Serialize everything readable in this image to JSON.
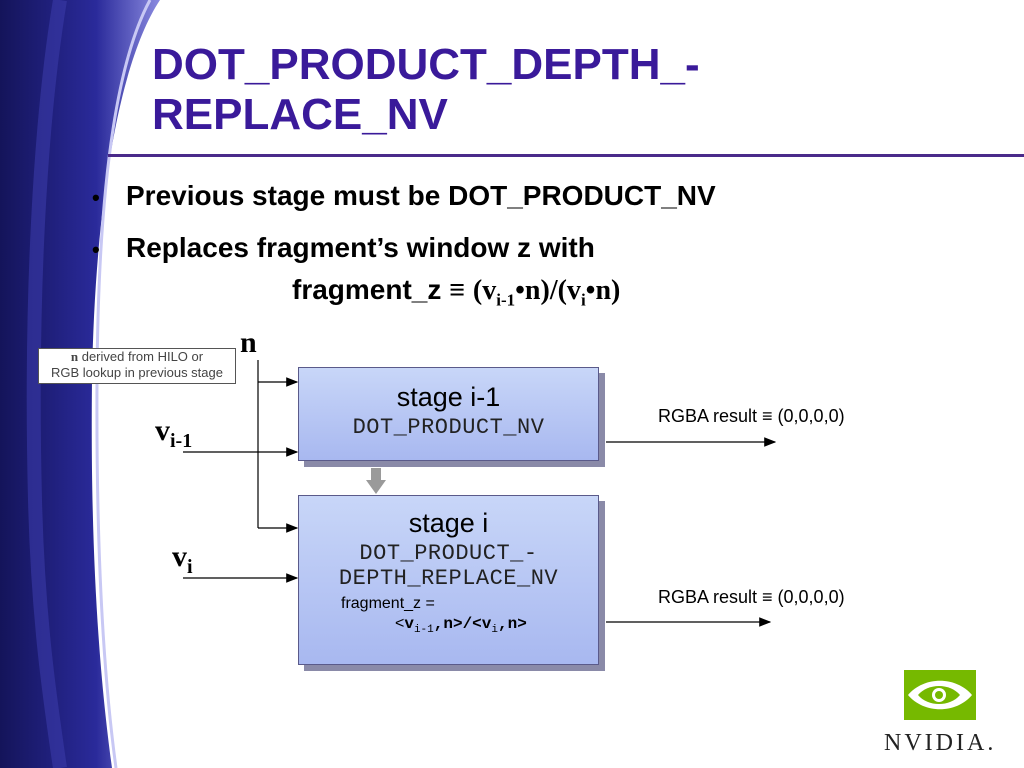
{
  "slide": {
    "title": "DOT_PRODUCT_DEPTH_-REPLACE_NV",
    "bullets": [
      "Previous stage must be DOT_PRODUCT_NV",
      "Replaces fragment’s window z with"
    ],
    "bullet_marker": "•",
    "formula": {
      "lhs": "fragment_z",
      "equiv": "≡",
      "open": "(v",
      "sub1": "i-1",
      "mid": "•n)/(v",
      "sub2": "i",
      "close": "•n)"
    }
  },
  "diagram": {
    "note": {
      "bold": "n",
      "line1": " derived from HILO or",
      "line2": "RGB lookup in previous stage"
    },
    "inputs": {
      "n": "n",
      "v_prev": "v",
      "v_prev_sub": "i-1",
      "v_cur": "v",
      "v_cur_sub": "i"
    },
    "stage_prev": {
      "title": "stage i-1",
      "mode": "DOT_PRODUCT_NV"
    },
    "stage_cur": {
      "title": "stage i",
      "mode_line1": "DOT_PRODUCT_-",
      "mode_line2": "DEPTH_REPLACE_NV",
      "formula_label": "fragment_z =",
      "formula_open": "<",
      "f_v1": "v",
      "f_sub1": "i-1",
      "f_mid": ",n>/<",
      "f_v2": "v",
      "f_sub2": "i",
      "f_close": ",n>"
    },
    "outputs": {
      "result_prev": "RGBA result ≡ (0,0,0,0)",
      "result_cur": "RGBA result ≡ (0,0,0,0)"
    }
  },
  "branding": {
    "logo_text": "NVIDIA."
  },
  "colors": {
    "title": "#3a1a9a",
    "swoosh_dark": "#1a1a6e",
    "swoosh_light": "#6a6ad0",
    "box_top": "#c8d6f8",
    "box_bottom": "#a8b8f0",
    "logo_green": "#76b900"
  }
}
